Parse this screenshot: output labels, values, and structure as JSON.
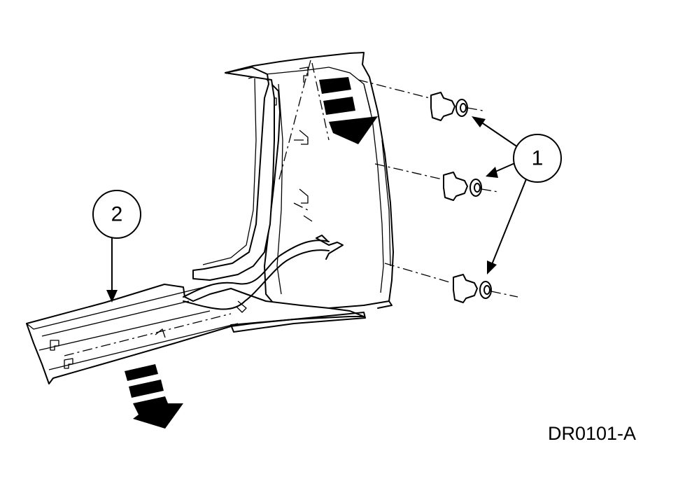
{
  "diagram": {
    "callouts": [
      {
        "id": "1",
        "label": "1"
      },
      {
        "id": "2",
        "label": "2"
      }
    ],
    "reference_code": "DR0101-A"
  }
}
